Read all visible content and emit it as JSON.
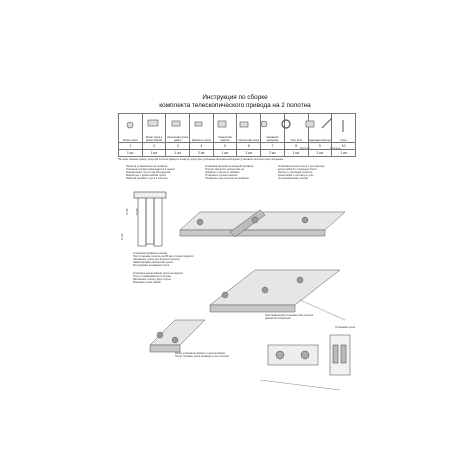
{
  "document": {
    "title_line1": "Инструкция по сборке",
    "title_line2": "комплекта телескопического привода на 2 полотна"
  },
  "parts_table": {
    "items": [
      {
        "name": "Ролик троса",
        "number": "1",
        "qty": "1 шт"
      },
      {
        "name": "Ролик троса с кронштейном",
        "number": "2",
        "qty": "1 шт"
      },
      {
        "name": "Кронштейн троса двери",
        "number": "3",
        "qty": "1 шт"
      },
      {
        "name": "Фиксатор троса",
        "number": "4",
        "qty": "2 шт"
      },
      {
        "name": "Кронштейн каретки",
        "number": "5",
        "qty": "1 шт"
      },
      {
        "name": "Кронштейн троса",
        "number": "6",
        "qty": "2 шт"
      },
      {
        "name": "Натяжной механизм",
        "number": "7",
        "qty": "2 шт"
      },
      {
        "name": "Трос 12 м",
        "number": "8",
        "qty": "1 шт"
      },
      {
        "name": "Накладка каретки",
        "number": "9",
        "qty": "2 шт"
      },
      {
        "name": "Ключ",
        "number": "10",
        "qty": "1 шт"
      }
    ],
    "extra_labels": [
      "Шестигр.",
      "Шпилька"
    ]
  },
  "notes": {
    "under_table": "На схеме показан привод, когда оба полотна сдвинуты влево до упора. Для упрощения монтажа необходимо установить полотна в одно положение",
    "left_top": [
      "Полотна установлены на профиль.",
      "Тросовые ролики размещаются в одном",
      "направлении, под углом 90 градусов",
      "Фиксаторы с кронштейном троса",
      "Рабочий профиль 1 для 2 полотен"
    ],
    "center_top": [
      "Установка деталей на верхний профиль.",
      "Плотно закрепить кронштейн на",
      "профиле и затянуть гайками",
      "Установить ролики каретки",
      "Проверить ход полотна по профилю"
    ],
    "right_top": [
      "Установка ролика троса 7 на пластину",
      "кронштейна 5 с помощью болта",
      "Затянуть тросовый ролик на",
      "кронштейне и протянуть трос",
      "по направлению стрелки"
    ],
    "mid_left": [
      "Установка профиля в проем.",
      "При установке полотен на 80 мм от края профиля",
      "Натяжение троса для второго полотна",
      "Зафиксировать кронштейн троса",
      "Регулировка натяжения троса"
    ],
    "lower_left": [
      "Установка кронштейнов троса на каретки",
      "Трос устанавливается в ролики",
      "Натяжение троса с двух сторон",
      "Фиксация троса гайкой"
    ],
    "bottom_left": [
      "Ролик установлен вместе с кронштейном",
      "После затяжки троса проверить ход полотен"
    ],
    "bottom_right": [
      "При правильной установке оба полотна",
      "двигаются синхронно"
    ],
    "small_label": "Установка троса",
    "dims": {
      "d1": "15-30",
      "d2": "10-30",
      "d3": "15-35"
    }
  }
}
